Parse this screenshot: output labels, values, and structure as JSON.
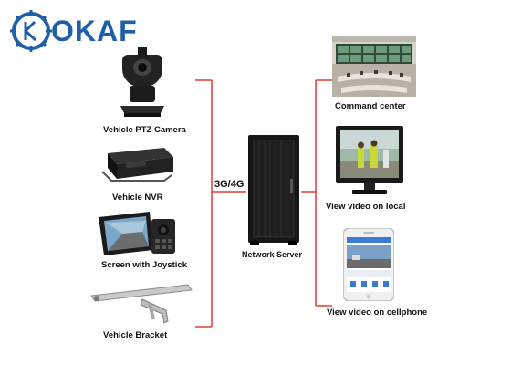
{
  "brand": {
    "logo_text": "OKAF",
    "logo_color": "#1f5fa8"
  },
  "link": {
    "label": "3G/4G",
    "line_color": "#e53935"
  },
  "devices_left": [
    {
      "label": "Vehicle PTZ Camera",
      "icon": "ptz-camera-icon"
    },
    {
      "label": "Vehicle NVR",
      "icon": "nvr-icon"
    },
    {
      "label": "Screen with Joystick",
      "icon": "joystick-screen-icon"
    },
    {
      "label": "Vehicle Bracket",
      "icon": "bracket-icon"
    }
  ],
  "server": {
    "label": "Network Server",
    "icon": "server-rack-icon"
  },
  "endpoints_right": [
    {
      "label": "Command center",
      "icon": "command-center-icon"
    },
    {
      "label": "View video on local",
      "icon": "monitor-icon"
    },
    {
      "label": "View video on cellphone",
      "icon": "cellphone-icon"
    }
  ]
}
